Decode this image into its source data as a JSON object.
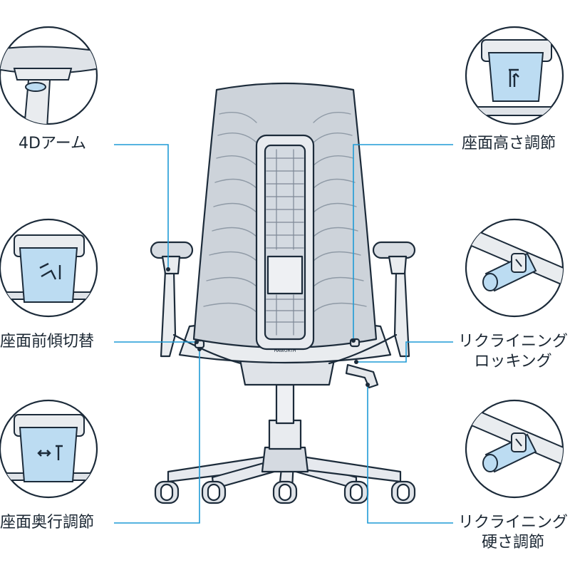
{
  "colors": {
    "leader": "#1f9bd6",
    "outline": "#1c2b3a",
    "mesh": "#cdd3da",
    "frame": "#e4e7eb",
    "part_blue": "#bcdcf2",
    "text": "#1b2733"
  },
  "labels": {
    "arm": "4Dアーム",
    "seat_height": "座面高さ調節",
    "tilt_switch": "座面前傾切替",
    "recline_lock_line1": "リクライニング",
    "recline_lock_line2": "ロッキング",
    "seat_depth": "座面奥行調節",
    "recline_tension_line1": "リクライニング",
    "recline_tension_line2": "硬さ調節"
  },
  "brand_mark": "HAWORTH",
  "icons": {
    "arm_detail": "arm-adjust-detail-icon",
    "seat_height_lever": "seat-height-lever-icon",
    "tilt_lever": "seat-tilt-lever-icon",
    "recline_lock_knob": "recline-lock-knob-icon",
    "depth_lever": "seat-depth-lever-icon",
    "tension_knob": "recline-tension-knob-icon"
  }
}
